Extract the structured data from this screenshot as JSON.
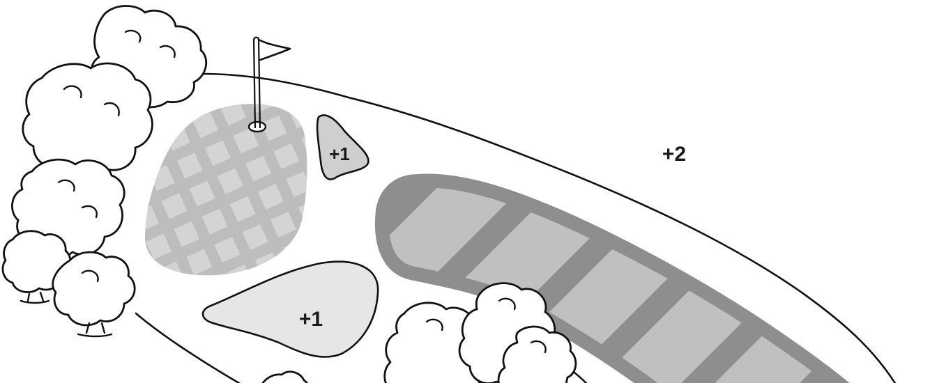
{
  "hole": {
    "labels": {
      "rough_penalty": "+2",
      "small_bunker_penalty": "+1",
      "large_bunker_penalty": "+1"
    }
  },
  "colors": {
    "green_fill": "#bdbdbd",
    "green_check": "#d4d4d4",
    "bunker_fill": "#e6e6e6",
    "small_bunker_fill": "#cfcfcf",
    "water_border": "#8e8e8e",
    "water_stripe": "#bfbfbf",
    "ink": "#111111"
  },
  "icons": {
    "flag": "flag-icon",
    "tree": "tree-icon"
  }
}
